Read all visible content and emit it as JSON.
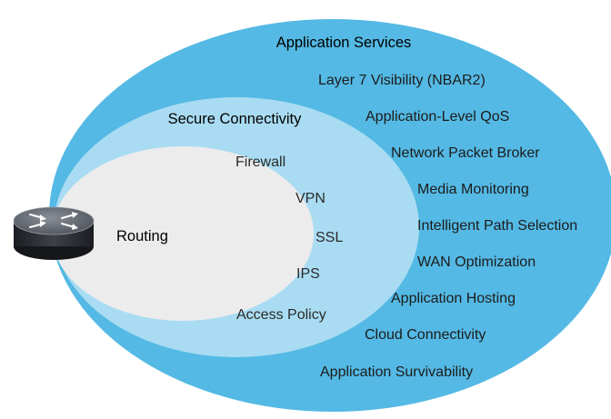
{
  "colors": {
    "application_services": "#54b9e4",
    "secure_connectivity": "#a9dcf2",
    "routing": "#ececec"
  },
  "diagram": {
    "outer": {
      "title": "Application Services",
      "items": [
        "Layer 7 Visibility (NBAR2)",
        "Application-Level QoS",
        "Network Packet Broker",
        "Media Monitoring",
        "Intelligent Path Selection",
        "WAN Optimization",
        "Application Hosting",
        "Cloud Connectivity",
        "Application Survivability"
      ]
    },
    "middle": {
      "title": "Secure Connectivity",
      "items": [
        "Firewall",
        "VPN",
        "SSL",
        "IPS",
        "Access Policy"
      ]
    },
    "inner": {
      "title": "Routing",
      "icon": "router-icon"
    }
  }
}
